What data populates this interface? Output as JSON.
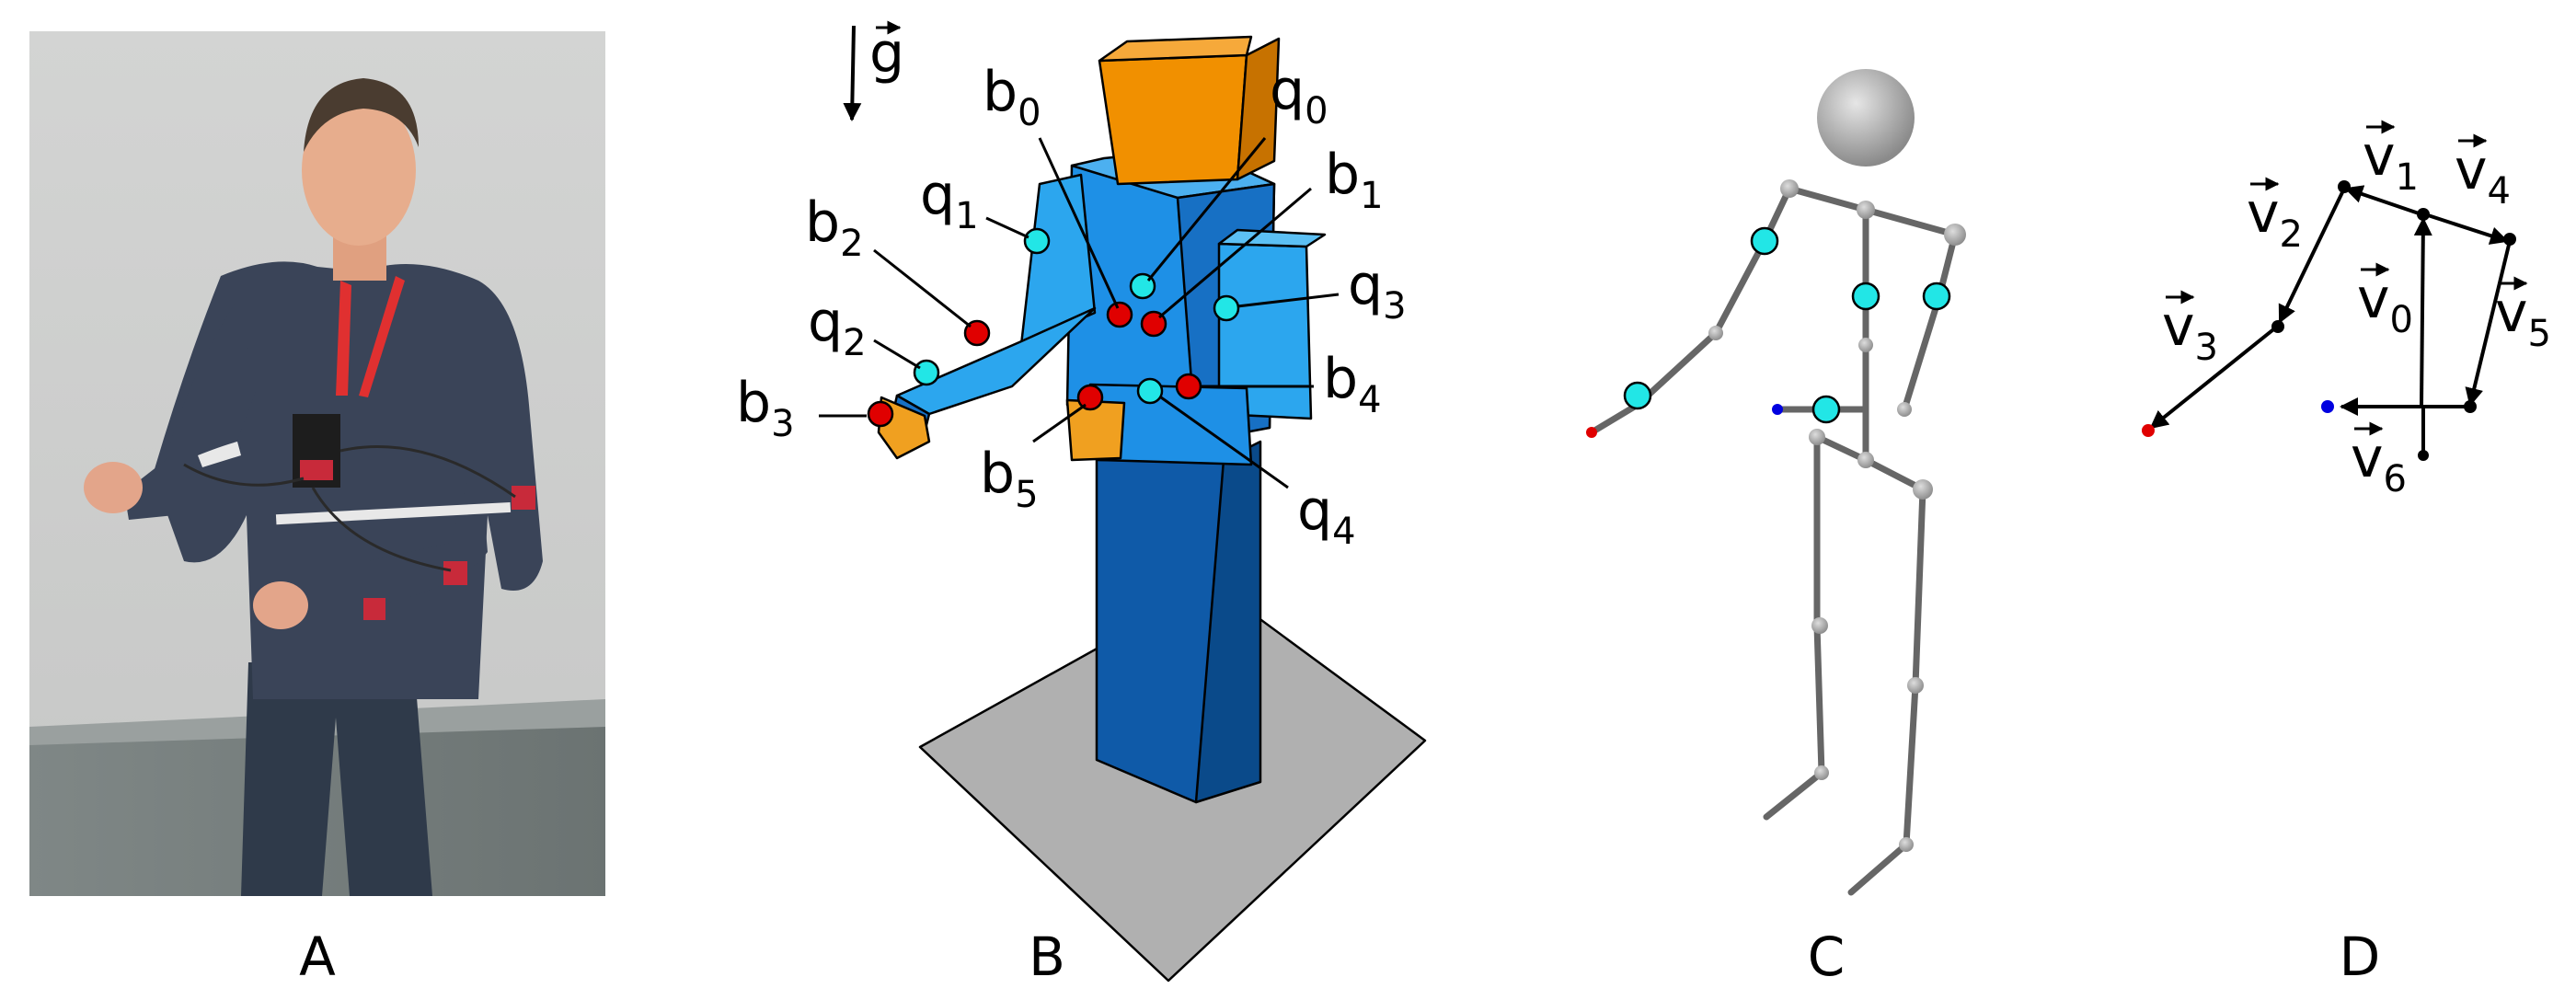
{
  "panels": {
    "a": {
      "label": "A",
      "photo": "person-wearing-imu-sensors"
    },
    "b": {
      "label": "B",
      "gravity": {
        "base": "g"
      },
      "points": [
        {
          "base": "b",
          "sub": "0"
        },
        {
          "base": "q",
          "sub": "0"
        },
        {
          "base": "b",
          "sub": "1"
        },
        {
          "base": "b",
          "sub": "2"
        },
        {
          "base": "q",
          "sub": "1"
        },
        {
          "base": "q",
          "sub": "3"
        },
        {
          "base": "q",
          "sub": "2"
        },
        {
          "base": "b",
          "sub": "4"
        },
        {
          "base": "b",
          "sub": "3"
        },
        {
          "base": "b",
          "sub": "5"
        },
        {
          "base": "q",
          "sub": "4"
        }
      ]
    },
    "c": {
      "label": "C"
    },
    "d": {
      "label": "D",
      "vectors": [
        {
          "base": "v",
          "sub": "1"
        },
        {
          "base": "v",
          "sub": "4"
        },
        {
          "base": "v",
          "sub": "2"
        },
        {
          "base": "v",
          "sub": "0"
        },
        {
          "base": "v",
          "sub": "5"
        },
        {
          "base": "v",
          "sub": "3"
        },
        {
          "base": "v",
          "sub": "6"
        }
      ]
    }
  },
  "colors": {
    "torso": "#1e90e6",
    "upper_arm": "#2ca6ee",
    "lower_body": "#0f5aa8",
    "head": "#f19000",
    "hand": "#f0a020",
    "ground": "#b0b0b0",
    "marker_red": "#e00000",
    "marker_cyan": "#22e6e6",
    "skeleton": "#666666"
  }
}
